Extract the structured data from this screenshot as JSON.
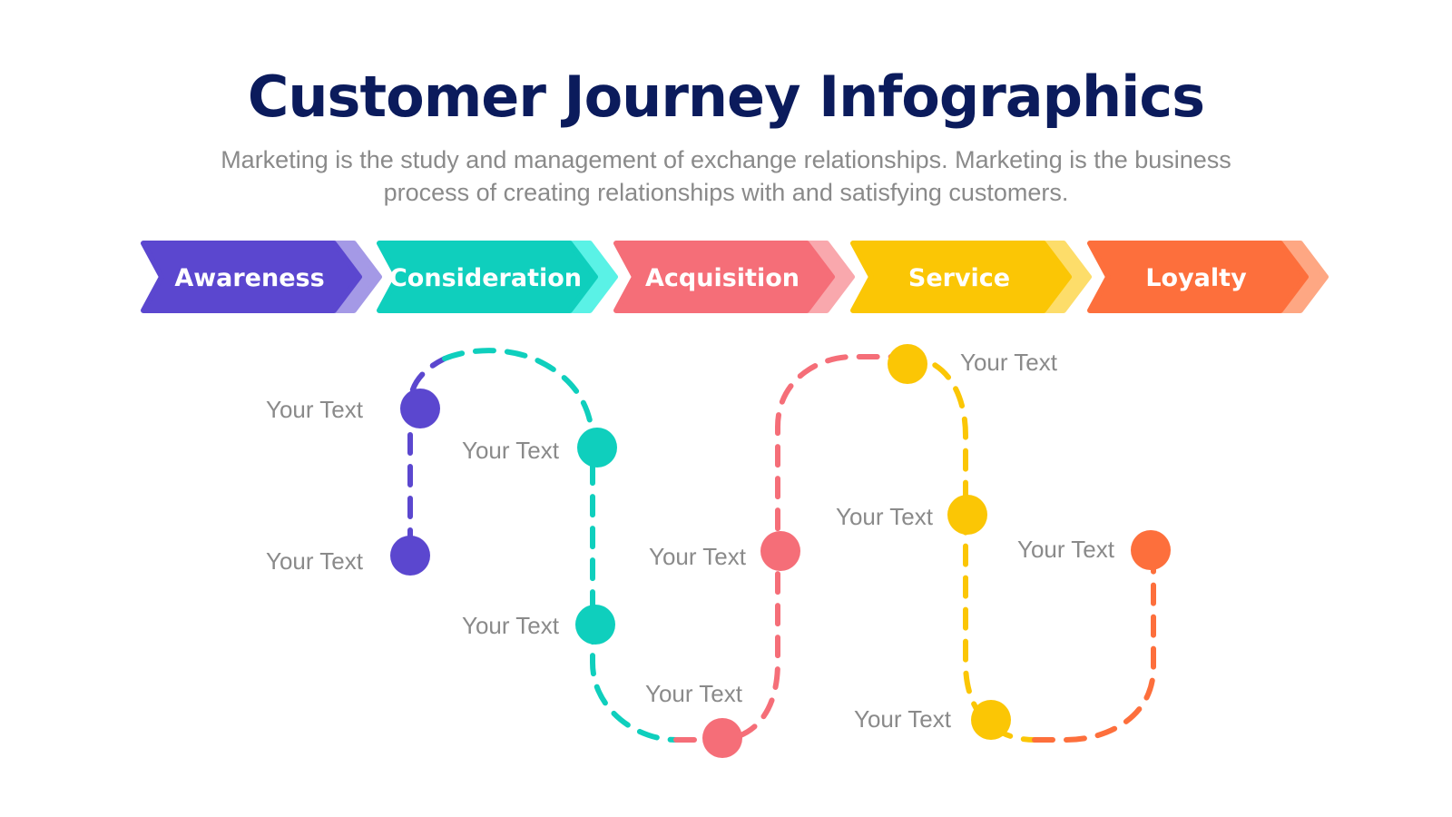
{
  "header": {
    "title": "Customer Journey Infographics",
    "subtitle": "Marketing is the study and management of exchange relationships. Marketing is the business process of creating relationships with and satisfying customers."
  },
  "stages": [
    {
      "label": "Awareness",
      "color": "#5b47cf",
      "tail_color": "#a499e6"
    },
    {
      "label": "Consideration",
      "color": "#0fcfbd",
      "tail_color": "#5af2e6"
    },
    {
      "label": "Acquisition",
      "color": "#f56e78",
      "tail_color": "#f9a8ad"
    },
    {
      "label": "Service",
      "color": "#fbc605",
      "tail_color": "#fddd6a"
    },
    {
      "label": "Loyalty",
      "color": "#fd6f3c",
      "tail_color": "#fea783"
    }
  ],
  "nodes": [
    {
      "label": "Your Text",
      "stage": 0
    },
    {
      "label": "Your Text",
      "stage": 0
    },
    {
      "label": "Your Text",
      "stage": 1
    },
    {
      "label": "Your Text",
      "stage": 1
    },
    {
      "label": "Your Text",
      "stage": 2
    },
    {
      "label": "Your Text",
      "stage": 2
    },
    {
      "label": "Your Text",
      "stage": 3
    },
    {
      "label": "Your Text",
      "stage": 3
    },
    {
      "label": "Your Text",
      "stage": 3
    },
    {
      "label": "Your Text",
      "stage": 4
    }
  ]
}
